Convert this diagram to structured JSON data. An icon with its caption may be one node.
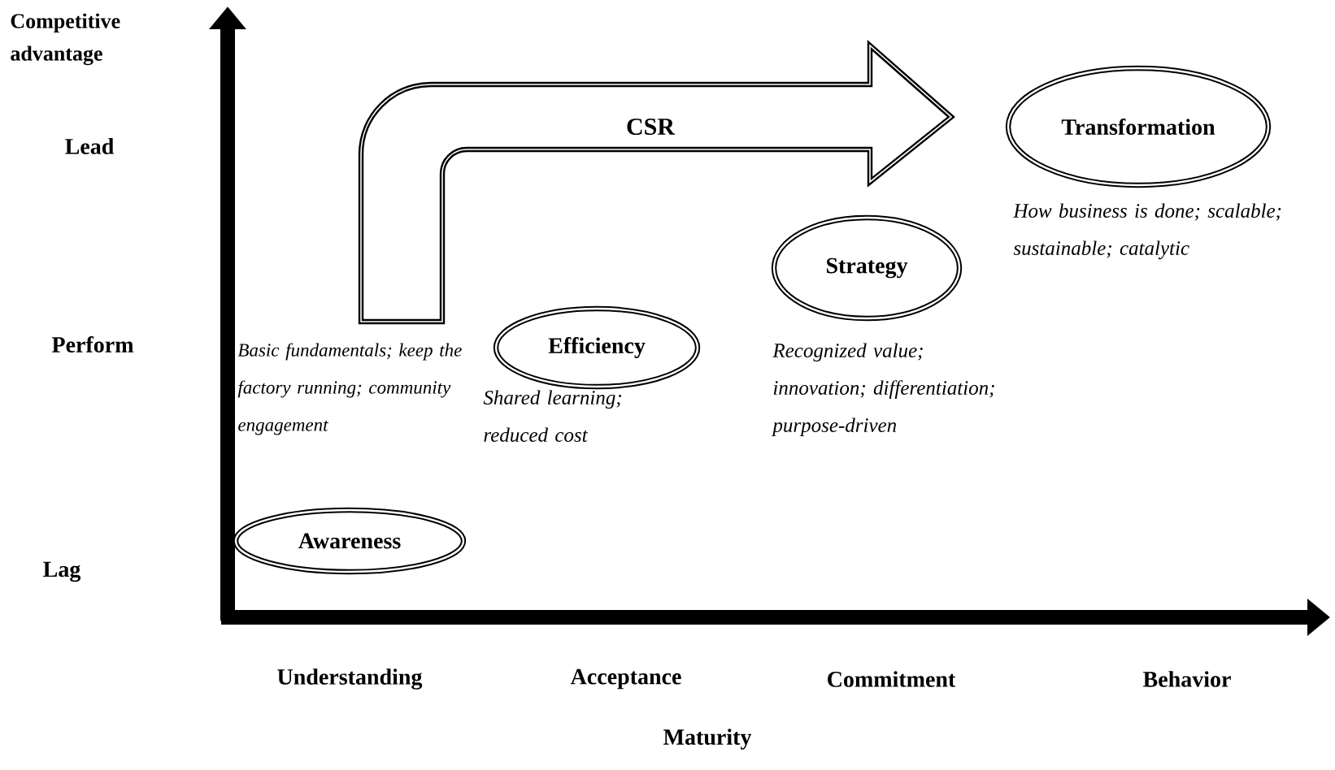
{
  "diagram": {
    "nodes": [
      {
        "text": [
          "CSR"
        ]
      },
      {
        "text": [
          "Transformation"
        ],
        "beside": [
          "How business is done; scalable; sustainable; catalytic"
        ]
      },
      {
        "text": [
          "Strategy"
        ],
        "beside": [
          "Recognized value; innovation; differentiation; purpose-driven"
        ]
      },
      {
        "text": [
          "Efficiency"
        ],
        "beside": [
          "Shared learning; reduced cost"
        ]
      },
      {
        "text": [
          "Awareness"
        ]
      }
    ],
    "edges": [],
    "labels": [
      "Competitive advantage",
      "Lead",
      "Perform",
      "Basic fundamentals; keep the factory running; community engagement",
      "Lag",
      "Understanding",
      "Acceptance",
      "Commitment",
      "Behavior",
      "Maturity"
    ]
  }
}
